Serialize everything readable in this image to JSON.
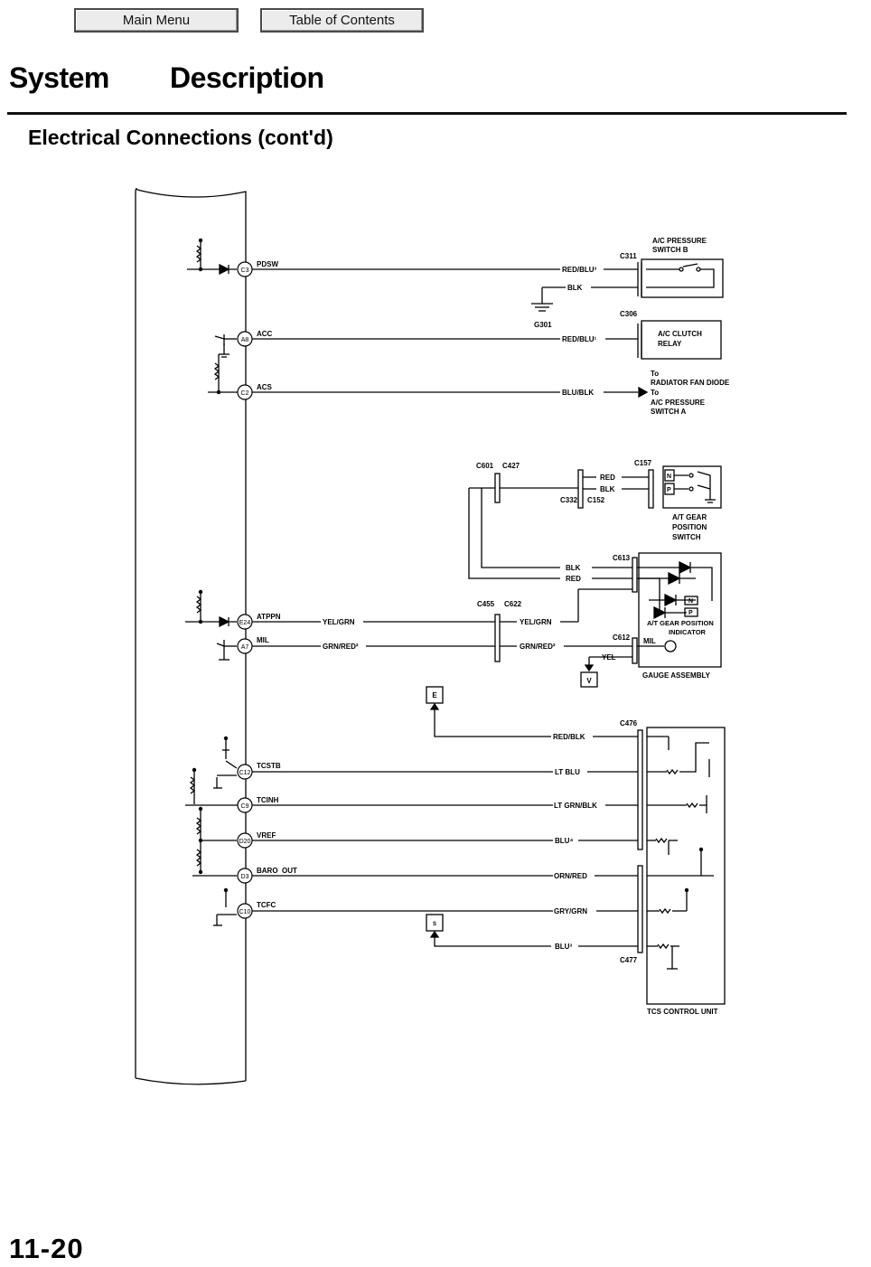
{
  "nav": {
    "main_menu": "Main Menu",
    "table_of_contents": "Table of Contents"
  },
  "page_title": "System   Description",
  "section_title": "Electrical Connections (cont'd)",
  "page_number": "11-20",
  "diagram": {
    "ecm_pins": [
      {
        "pin": "C3",
        "signal": "PDSW"
      },
      {
        "pin": "A8",
        "signal": "ACC"
      },
      {
        "pin": "C2",
        "signal": "ACS"
      },
      {
        "pin": "E24",
        "signal": "ATPPN"
      },
      {
        "pin": "A7",
        "signal": "MIL"
      },
      {
        "pin": "C12",
        "signal": "TCSTB"
      },
      {
        "pin": "C9",
        "signal": "TCINH"
      },
      {
        "pin": "D20",
        "signal": "VREF"
      },
      {
        "pin": "D3",
        "signal": "BARO  OUT"
      },
      {
        "pin": "C10",
        "signal": "TCFC"
      }
    ],
    "wires": {
      "pdsw": "RED/BLU³",
      "blk_ground": "BLK",
      "acc": "RED/BLU¹",
      "acs": "BLU/BLK",
      "atppn_left": "YEL/GRN",
      "atppn_right": "YEL/GRN",
      "mil_left": "GRN/RED²",
      "mil_right": "GRN/RED²",
      "gear_red": "RED",
      "gear_blk": "BLK",
      "ind_blk": "BLK",
      "ind_red": "RED",
      "yel": "YEL",
      "red_blk": "RED/BLK",
      "lt_blu": "LT BLU",
      "lt_grn_blk": "LT GRN/BLK",
      "blu4": "BLU⁴",
      "orn_red": "ORN/RED",
      "gry_grn": "GRY/GRN",
      "blu3": "BLU³",
      "mil": "MIL"
    },
    "connectors": {
      "c311": "C311",
      "c306": "C306",
      "g301": "G301",
      "c601": "C601",
      "c427": "C427",
      "c157": "C157",
      "c332": "C332",
      "c152": "C152",
      "c613": "C613",
      "c455": "C455",
      "c622": "C622",
      "c612": "C612",
      "c476": "C476",
      "c477": "C477"
    },
    "components": {
      "ac_pressure_switch_b": [
        "A/C PRESSURE",
        "SWITCH B"
      ],
      "ac_clutch_relay": [
        "A/C CLUTCH",
        "RELAY"
      ],
      "radiator_note": [
        "To",
        "RADIATOR FAN DIODE",
        "To",
        "A/C PRESSURE",
        "SWITCH A"
      ],
      "at_gear_position_switch": [
        "A/T GEAR",
        "POSITION",
        "SWITCH"
      ],
      "at_gear_position_indicator": [
        "A/T GEAR POSITION",
        "INDICATOR"
      ],
      "gauge_assembly": "GAUGE ASSEMBLY",
      "tcs_control_unit": "TCS CONTROL UNIT",
      "switch_n": "N",
      "switch_p": "P",
      "ind_n": "N",
      "ind_p": "P"
    },
    "page_refs": {
      "ref_v": "V",
      "ref_e": "E",
      "ref_s": "S"
    }
  }
}
